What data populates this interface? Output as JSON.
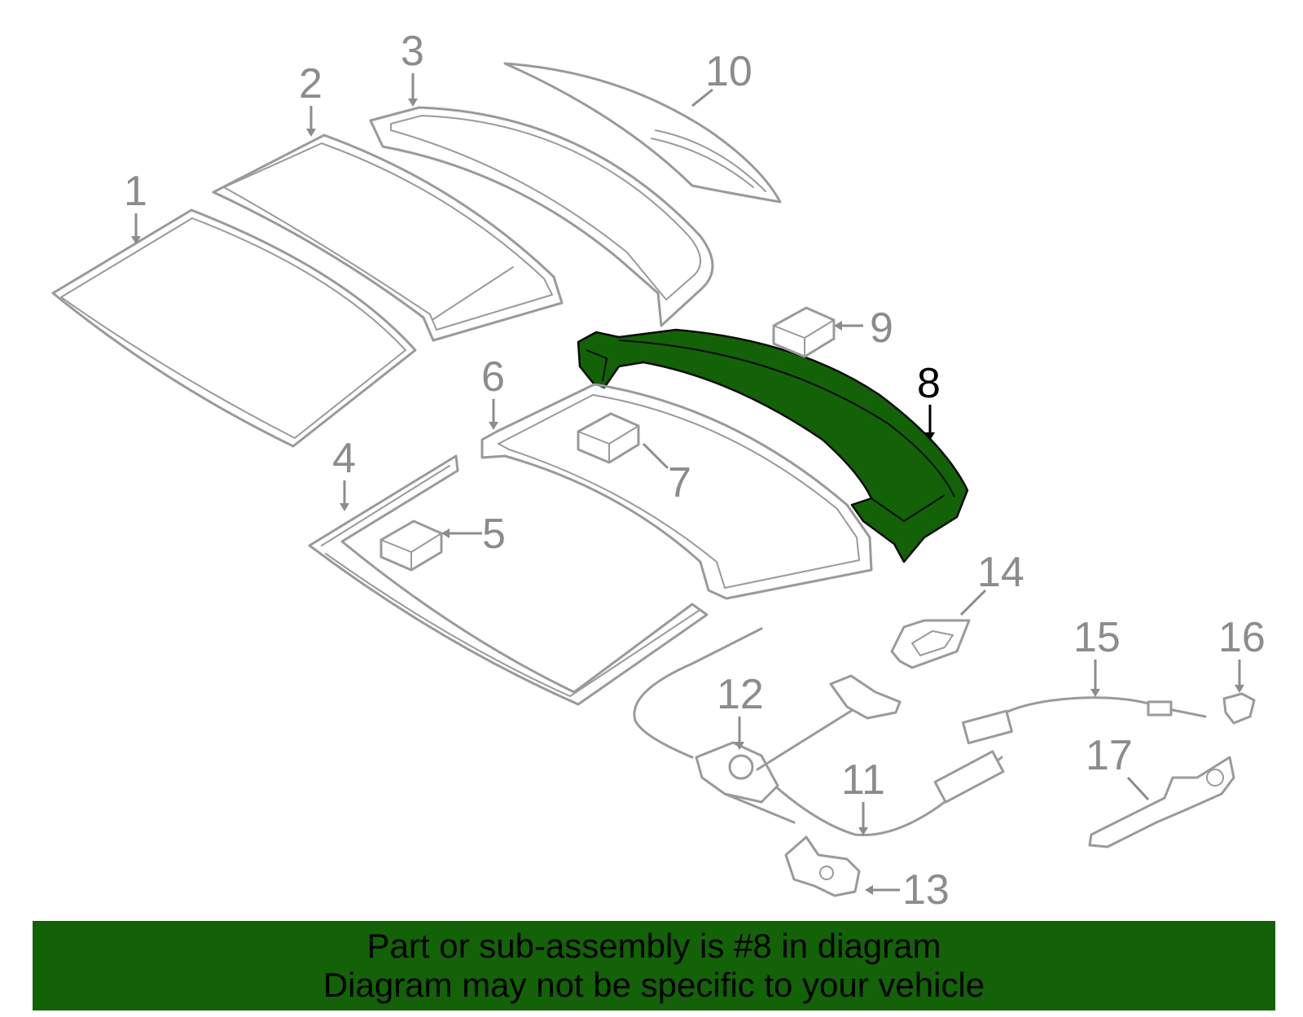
{
  "callouts": [
    {
      "id": "1",
      "label": "1"
    },
    {
      "id": "2",
      "label": "2"
    },
    {
      "id": "3",
      "label": "3"
    },
    {
      "id": "4",
      "label": "4"
    },
    {
      "id": "5",
      "label": "5"
    },
    {
      "id": "6",
      "label": "6"
    },
    {
      "id": "7",
      "label": "7"
    },
    {
      "id": "8",
      "label": "8",
      "highlighted": true
    },
    {
      "id": "9",
      "label": "9"
    },
    {
      "id": "10",
      "label": "10"
    },
    {
      "id": "11",
      "label": "11"
    },
    {
      "id": "12",
      "label": "12"
    },
    {
      "id": "13",
      "label": "13"
    },
    {
      "id": "14",
      "label": "14"
    },
    {
      "id": "15",
      "label": "15"
    },
    {
      "id": "16",
      "label": "16"
    },
    {
      "id": "17",
      "label": "17"
    }
  ],
  "colors": {
    "highlight_fill": "#136207",
    "part_stroke": "#9a9a9a",
    "callout_text": "#8c8c8c",
    "highlight_text": "#000000"
  },
  "banner": {
    "line1": "Part or sub-assembly is #8 in diagram",
    "line2": "Diagram may not be specific to your vehicle"
  }
}
